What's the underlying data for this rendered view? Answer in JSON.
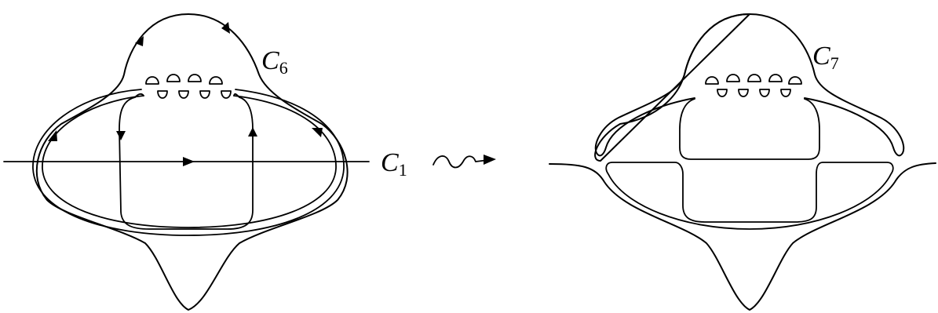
{
  "labels": {
    "c6": {
      "main": "C",
      "sub": "6"
    },
    "c1": {
      "main": "C",
      "sub": "1"
    },
    "c7": {
      "main": "C",
      "sub": "7"
    }
  },
  "transition_symbol": "squiggly-arrow-icon"
}
